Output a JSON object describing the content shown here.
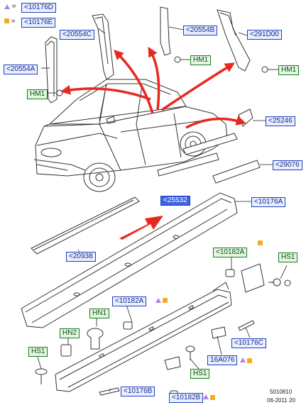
{
  "legend": {
    "triangle_symbol": "=",
    "triangle_code": "<10176D",
    "square_symbol": "=",
    "square_code": "<10176E",
    "triangle_color": "#b082e6",
    "square_color": "#f0ad1e"
  },
  "part_labels": {
    "p20554C": "<20554C",
    "p20554B": "<20554B",
    "p291D00": "<291D00",
    "p20554A": "<20554A",
    "hm1_top": "HM1",
    "hm1_right": "HM1",
    "hm1_left": "HM1",
    "p25246": "<25246",
    "p29076": "<29076",
    "p25532": "<25532",
    "p10176A": "<10176A",
    "p20938": "<20938",
    "p10182A_right": "<10182A",
    "hs1_right": "HS1",
    "p10182A_mid": "<10182A",
    "hn1": "HN1",
    "hn2": "HN2",
    "hs1_left": "HS1",
    "p10176C": "<10176C",
    "p16A076": "16A076",
    "hs1_bottom": "HS1",
    "p10176B": "<10176B",
    "p10182B": "<10182B"
  },
  "footer": {
    "ref_number": "5010810",
    "ref_date": "06-2011 20"
  },
  "colors": {
    "arrow_red": "#e8281e",
    "label_blue": "#1f3fbf",
    "label_green": "#1b7a1b",
    "selected_fill": "#3d63e6"
  }
}
